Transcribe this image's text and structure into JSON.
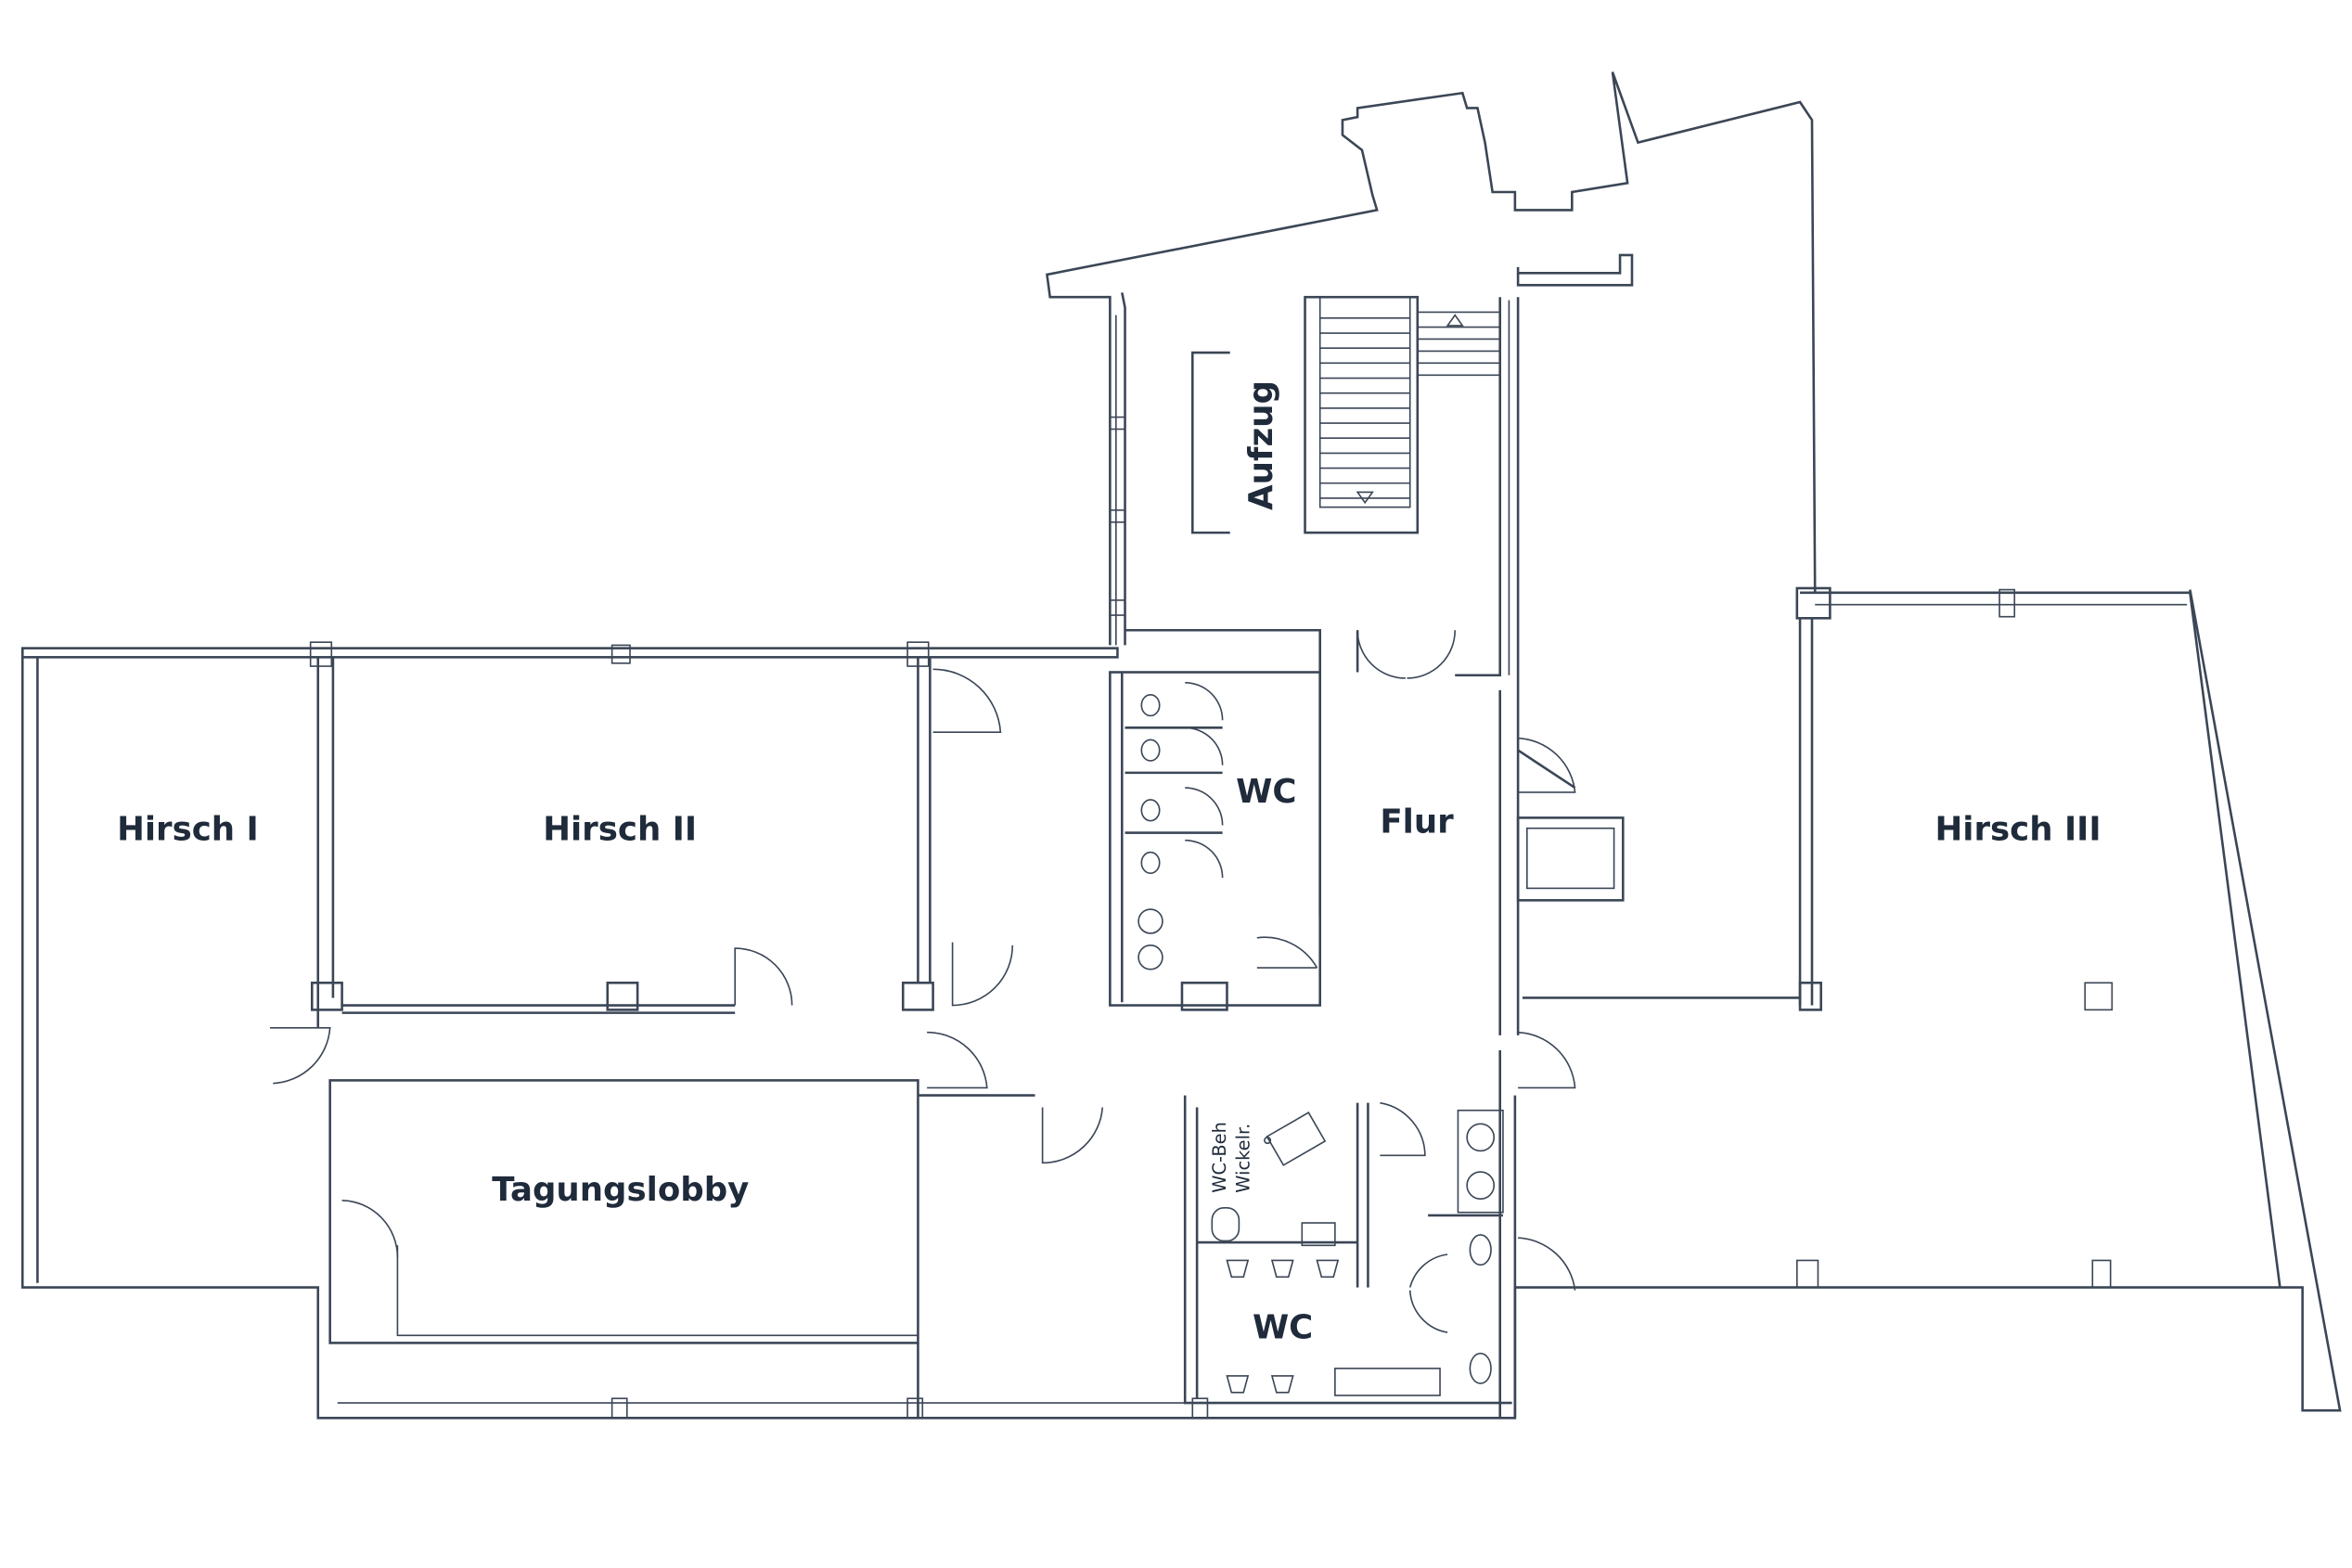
{
  "title": "Floor plan",
  "rooms": {
    "hirsch1": "Hirsch I",
    "hirsch2": "Hirsch II",
    "hirsch3": "Hirsch III",
    "tagungslobby": "Tagungslobby",
    "flur": "Flur",
    "aufzug": "Aufzug",
    "wc_upper": "WC",
    "wc_lower": "WC",
    "wc_beh": "WC-Beh",
    "wickelr": "Wickelr."
  },
  "colors": {
    "line": "#3b4656",
    "text": "#1f2b3b",
    "background": "#ffffff"
  }
}
